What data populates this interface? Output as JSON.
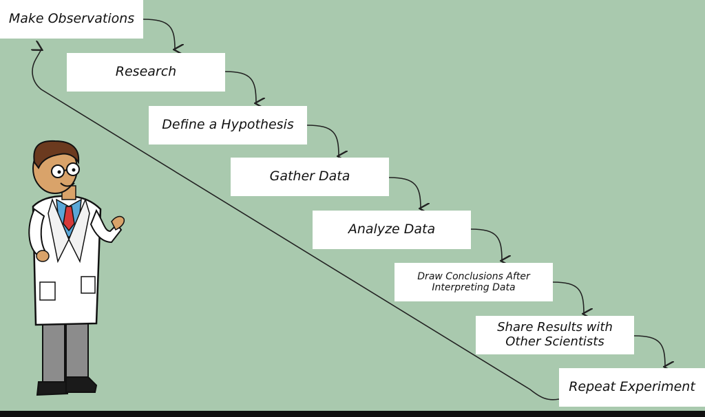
{
  "diagram": {
    "steps": [
      "Make Observations",
      "Research",
      "Define a Hypothesis",
      "Gather Data",
      "Analyze Data",
      "Draw Conclusions After Interpreting Data",
      "Share Results with Other Scientists",
      "Repeat Experiment"
    ],
    "colors": {
      "background": "#a9c9ae",
      "box": "#ffffff",
      "line": "#222222",
      "coat": "#ffffff",
      "pants": "#8c8c8c",
      "skin": "#d9a36a",
      "hair": "#6b3a1f",
      "tie": "#d63a3a"
    },
    "icons": [
      "scientist-character",
      "curved-arrow-icon",
      "return-arrow-icon"
    ]
  }
}
